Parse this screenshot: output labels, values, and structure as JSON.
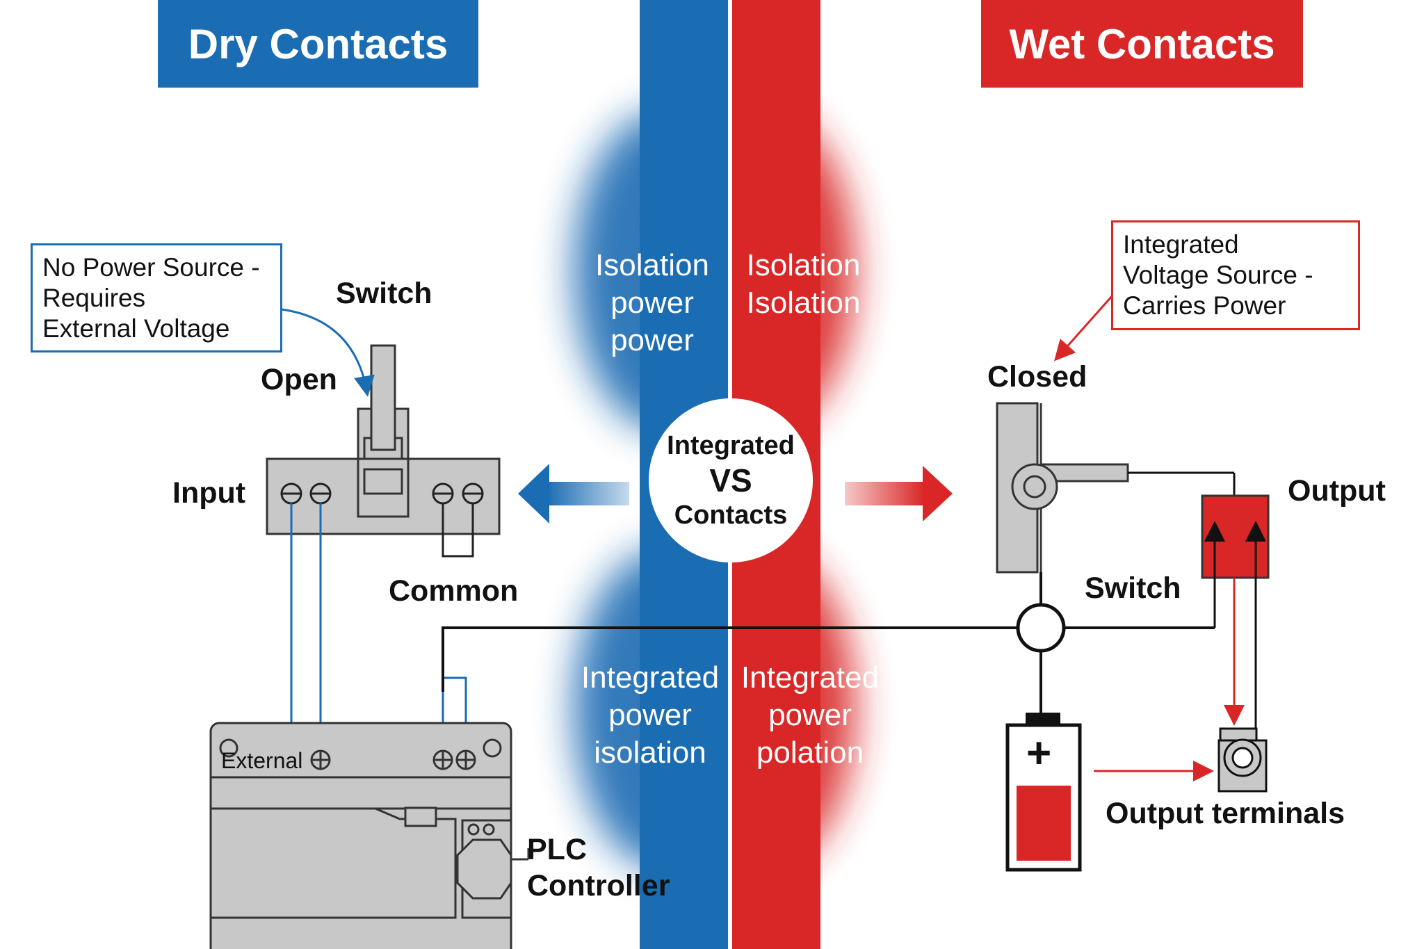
{
  "colors": {
    "dry_blue": "#1a6cb3",
    "wet_red": "#d92626",
    "device_gray": "#c8c8c8",
    "line_dark": "#111111"
  },
  "titles": {
    "dry": "Dry Contacts",
    "wet": "Wet Contacts"
  },
  "center": {
    "upper_left": [
      "Isolation",
      "power",
      "power"
    ],
    "upper_right": [
      "Isolation",
      "Isolation"
    ],
    "lower_left": [
      "Integrated",
      "power",
      "isolation"
    ],
    "lower_right": [
      "Integrated",
      "power",
      "polation"
    ],
    "circle": {
      "line1": "Integrated",
      "line2": "VS",
      "line3": "Contacts"
    }
  },
  "dry_side": {
    "note": [
      "No Power Source -",
      "Requires",
      "External Voltage"
    ],
    "switch_label": "Switch",
    "open_label": "Open",
    "input_label": "Input",
    "common_label": "Common",
    "external_label": "External",
    "plc_label": [
      "PLC",
      "Controller"
    ]
  },
  "wet_side": {
    "note": [
      "Integrated",
      "Voltage Source -",
      "Carries Power"
    ],
    "closed_label": "Closed",
    "output_label": "Output",
    "switch_label": "Switch",
    "battery_symbol": "+",
    "output_terminals_label": "Output terminals"
  }
}
